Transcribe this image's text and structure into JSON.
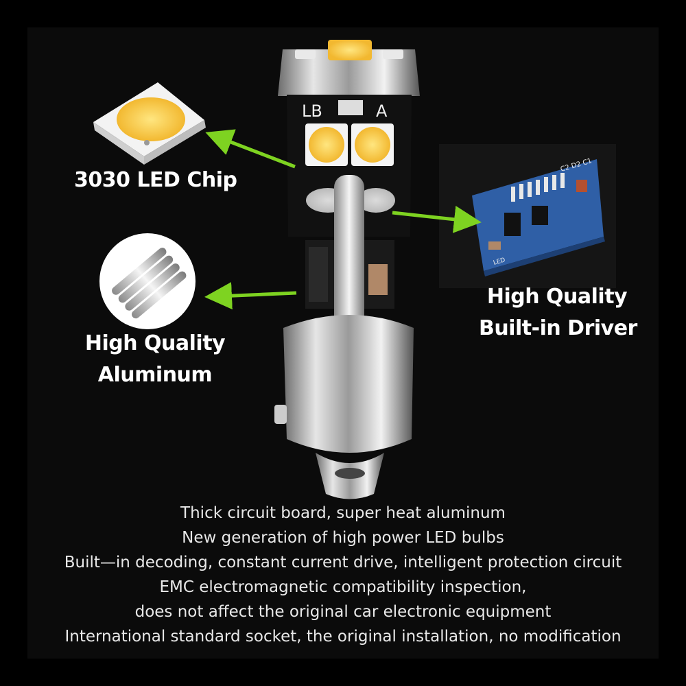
{
  "callouts": {
    "chip": {
      "label": "3030 LED Chip"
    },
    "aluminum": {
      "line1": "High Quality",
      "line2": "Aluminum"
    },
    "driver": {
      "line1": "High Quality",
      "line2": "Built-in Driver"
    }
  },
  "board_marks": {
    "left": "LB",
    "right": "A"
  },
  "driver_marks": {
    "top": "C2 D2 C1",
    "bottom": "LED"
  },
  "description": [
    "Thick  circuit  board,  super  heat  aluminum",
    "New  generation  of  high  power  LED  bulbs",
    "Built—in decoding, constant current drive, intelligent protection circuit",
    "EMC  electromagnetic  compatibility  inspection,",
    "does  not  affect  the  original  car  electronic  equipment",
    "International  standard  socket, the original installation,  no modification"
  ],
  "colors": {
    "arrow": "#7ed321",
    "led": "#f7c948",
    "background": "#000000"
  }
}
